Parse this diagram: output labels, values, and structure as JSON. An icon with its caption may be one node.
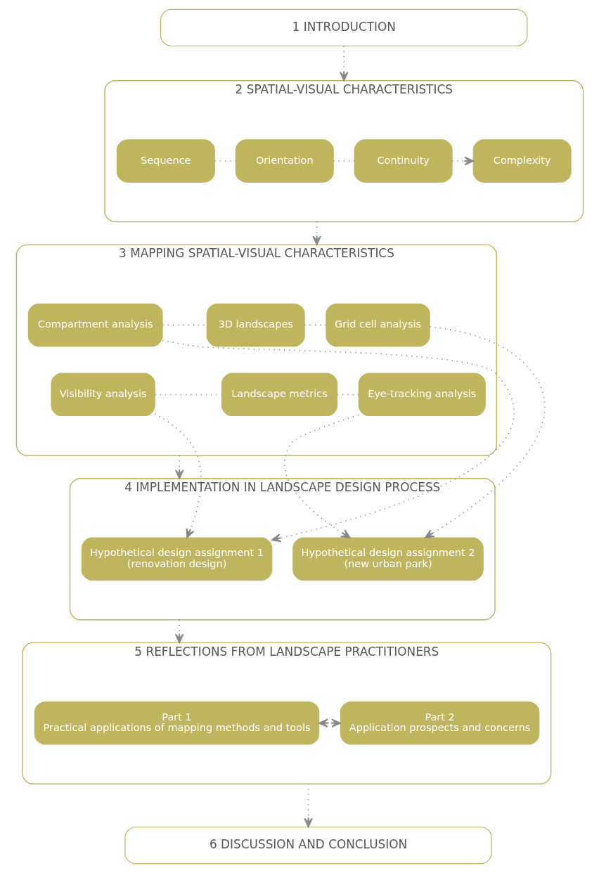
{
  "diagram": {
    "nodes": [
      {
        "text": [
          "1 INTRODUCTION"
        ]
      },
      {
        "text": [
          "2 SPATIAL-VISUAL CHARACTERISTICS"
        ]
      },
      {
        "text": [
          "Sequence"
        ],
        "in": 1
      },
      {
        "text": [
          "Orientation"
        ],
        "in": 1
      },
      {
        "text": [
          "Continuity"
        ],
        "in": 1
      },
      {
        "text": [
          "Complexity"
        ],
        "in": 1
      },
      {
        "text": [
          "3 MAPPING SPATIAL-VISUAL CHARACTERISTICS"
        ]
      },
      {
        "text": [
          "Compartment analysis"
        ],
        "in": 6
      },
      {
        "text": [
          "3D landscapes"
        ],
        "in": 6
      },
      {
        "text": [
          "Grid cell analysis"
        ],
        "in": 6
      },
      {
        "text": [
          "Visibility analysis"
        ],
        "in": 6
      },
      {
        "text": [
          "Landscape metrics"
        ],
        "in": 6
      },
      {
        "text": [
          "Eye-tracking analysis"
        ],
        "in": 6
      },
      {
        "text": [
          "4 IMPLEMENTATION IN LANDSCAPE DESIGN PROCESS"
        ]
      },
      {
        "text": [
          "Hypothetical design assignment 1",
          "(renovation design)"
        ],
        "in": 13
      },
      {
        "text": [
          "Hypothetical design assignment 2",
          "(new urban park)"
        ],
        "in": 13
      },
      {
        "text": [
          "5 REFLECTIONS FROM LANDSCAPE PRACTITIONERS"
        ]
      },
      {
        "text": [
          "Part 1",
          "Practical applications of mapping methods and tools"
        ],
        "in": 16
      },
      {
        "text": [
          "Part 2",
          "Application prospects and concerns"
        ],
        "in": 16
      },
      {
        "text": [
          "6 DISCUSSION AND CONCLUSION"
        ]
      }
    ],
    "edges": [
      {
        "from": 0,
        "to": 1,
        "arrow": "to"
      },
      {
        "from": 2,
        "to": 3,
        "arrow": "none"
      },
      {
        "from": 3,
        "to": 4,
        "arrow": "none"
      },
      {
        "from": 4,
        "to": 5,
        "arrow": "to"
      },
      {
        "from": 1,
        "to": 6,
        "arrow": "to"
      },
      {
        "from": 7,
        "to": 8,
        "arrow": "none"
      },
      {
        "from": 8,
        "to": 9,
        "arrow": "none"
      },
      {
        "from": 10,
        "to": 11,
        "arrow": "none"
      },
      {
        "from": 11,
        "to": 12,
        "arrow": "none"
      },
      {
        "from": 7,
        "to": 14,
        "arrow": "to"
      },
      {
        "from": 10,
        "to": 14,
        "arrow": "to"
      },
      {
        "from": 9,
        "to": 15,
        "arrow": "to"
      },
      {
        "from": 12,
        "to": 15,
        "arrow": "to"
      },
      {
        "from": 6,
        "to": 13,
        "arrow": "to"
      },
      {
        "from": 13,
        "to": 16,
        "arrow": "to"
      },
      {
        "from": 17,
        "to": 18,
        "arrow": "both"
      },
      {
        "from": 16,
        "to": 19,
        "arrow": "to"
      }
    ]
  }
}
